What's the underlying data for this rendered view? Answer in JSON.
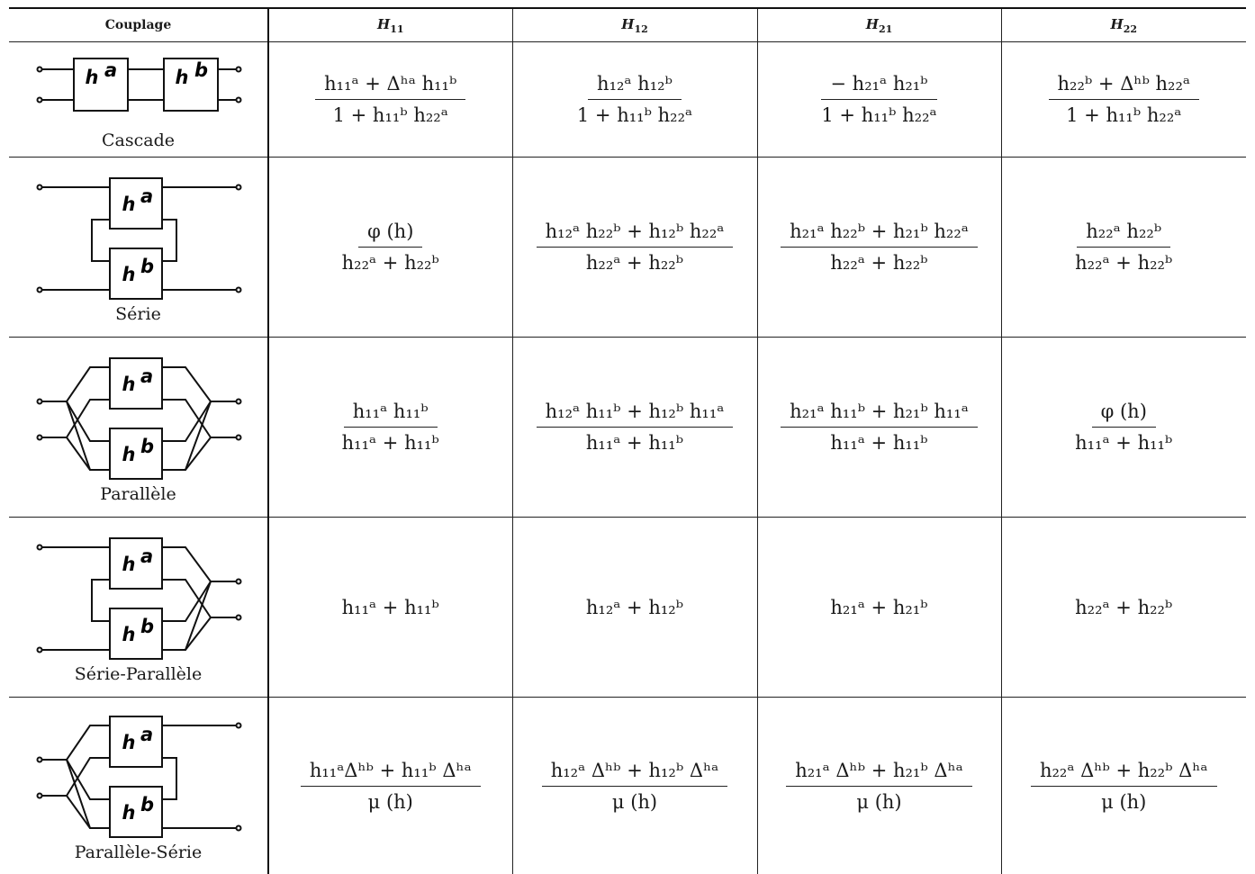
{
  "header": {
    "coupling": "Couplage",
    "cols": [
      {
        "sym": "H",
        "sub": "11"
      },
      {
        "sym": "H",
        "sub": "12"
      },
      {
        "sym": "H",
        "sub": "21"
      },
      {
        "sym": "H",
        "sub": "22"
      }
    ]
  },
  "blocks": {
    "a": "h",
    "a_sup": "a",
    "b": "h",
    "b_sup": "b"
  },
  "rows": [
    {
      "name": "Cascade",
      "cells": [
        {
          "num": "h₁₁ᵃ + Δʰᵃ h₁₁ᵇ",
          "den": "1 + h₁₁ᵇ h₂₂ᵃ"
        },
        {
          "num": "h₁₂ᵃ h₁₂ᵇ",
          "den": "1 + h₁₁ᵇ h₂₂ᵃ"
        },
        {
          "num": "− h₂₁ᵃ h₂₁ᵇ",
          "den": "1 + h₁₁ᵇ h₂₂ᵃ"
        },
        {
          "num": "h₂₂ᵇ + Δʰᵇ h₂₂ᵃ",
          "den": "1 + h₁₁ᵇ h₂₂ᵃ"
        }
      ]
    },
    {
      "name": "Série",
      "cells": [
        {
          "num": "φ (h)",
          "den": "h₂₂ᵃ + h₂₂ᵇ"
        },
        {
          "num": "h₁₂ᵃ h₂₂ᵇ + h₁₂ᵇ h₂₂ᵃ",
          "den": "h₂₂ᵃ + h₂₂ᵇ"
        },
        {
          "num": "h₂₁ᵃ h₂₂ᵇ + h₂₁ᵇ h₂₂ᵃ",
          "den": "h₂₂ᵃ + h₂₂ᵇ"
        },
        {
          "num": "h₂₂ᵃ h₂₂ᵇ",
          "den": "h₂₂ᵃ + h₂₂ᵇ"
        }
      ]
    },
    {
      "name": "Parallèle",
      "cells": [
        {
          "num": "h₁₁ᵃ h₁₁ᵇ",
          "den": "h₁₁ᵃ + h₁₁ᵇ"
        },
        {
          "num": "h₁₂ᵃ h₁₁ᵇ + h₁₂ᵇ h₁₁ᵃ",
          "den": "h₁₁ᵃ + h₁₁ᵇ"
        },
        {
          "num": "h₂₁ᵃ h₁₁ᵇ + h₂₁ᵇ h₁₁ᵃ",
          "den": "h₁₁ᵃ + h₁₁ᵇ"
        },
        {
          "num": "φ (h)",
          "den": "h₁₁ᵃ + h₁₁ᵇ"
        }
      ]
    },
    {
      "name": "Série-Parallèle",
      "cells": [
        {
          "expr": "h₁₁ᵃ + h₁₁ᵇ"
        },
        {
          "expr": "h₁₂ᵃ + h₁₂ᵇ"
        },
        {
          "expr": "h₂₁ᵃ + h₂₁ᵇ"
        },
        {
          "expr": "h₂₂ᵃ + h₂₂ᵇ"
        }
      ]
    },
    {
      "name": "Parallèle-Série",
      "cells": [
        {
          "num": "h₁₁ᵃΔʰᵇ + h₁₁ᵇ Δʰᵃ",
          "den": "μ (h)"
        },
        {
          "num": "h₁₂ᵃ Δʰᵇ + h₁₂ᵇ Δʰᵃ",
          "den": "μ (h)"
        },
        {
          "num": "h₂₁ᵃ Δʰᵇ + h₂₁ᵇ Δʰᵃ",
          "den": "μ (h)"
        },
        {
          "num": "h₂₂ᵃ Δʰᵇ + h₂₂ᵇ Δʰᵃ",
          "den": "μ (h)"
        }
      ]
    }
  ]
}
